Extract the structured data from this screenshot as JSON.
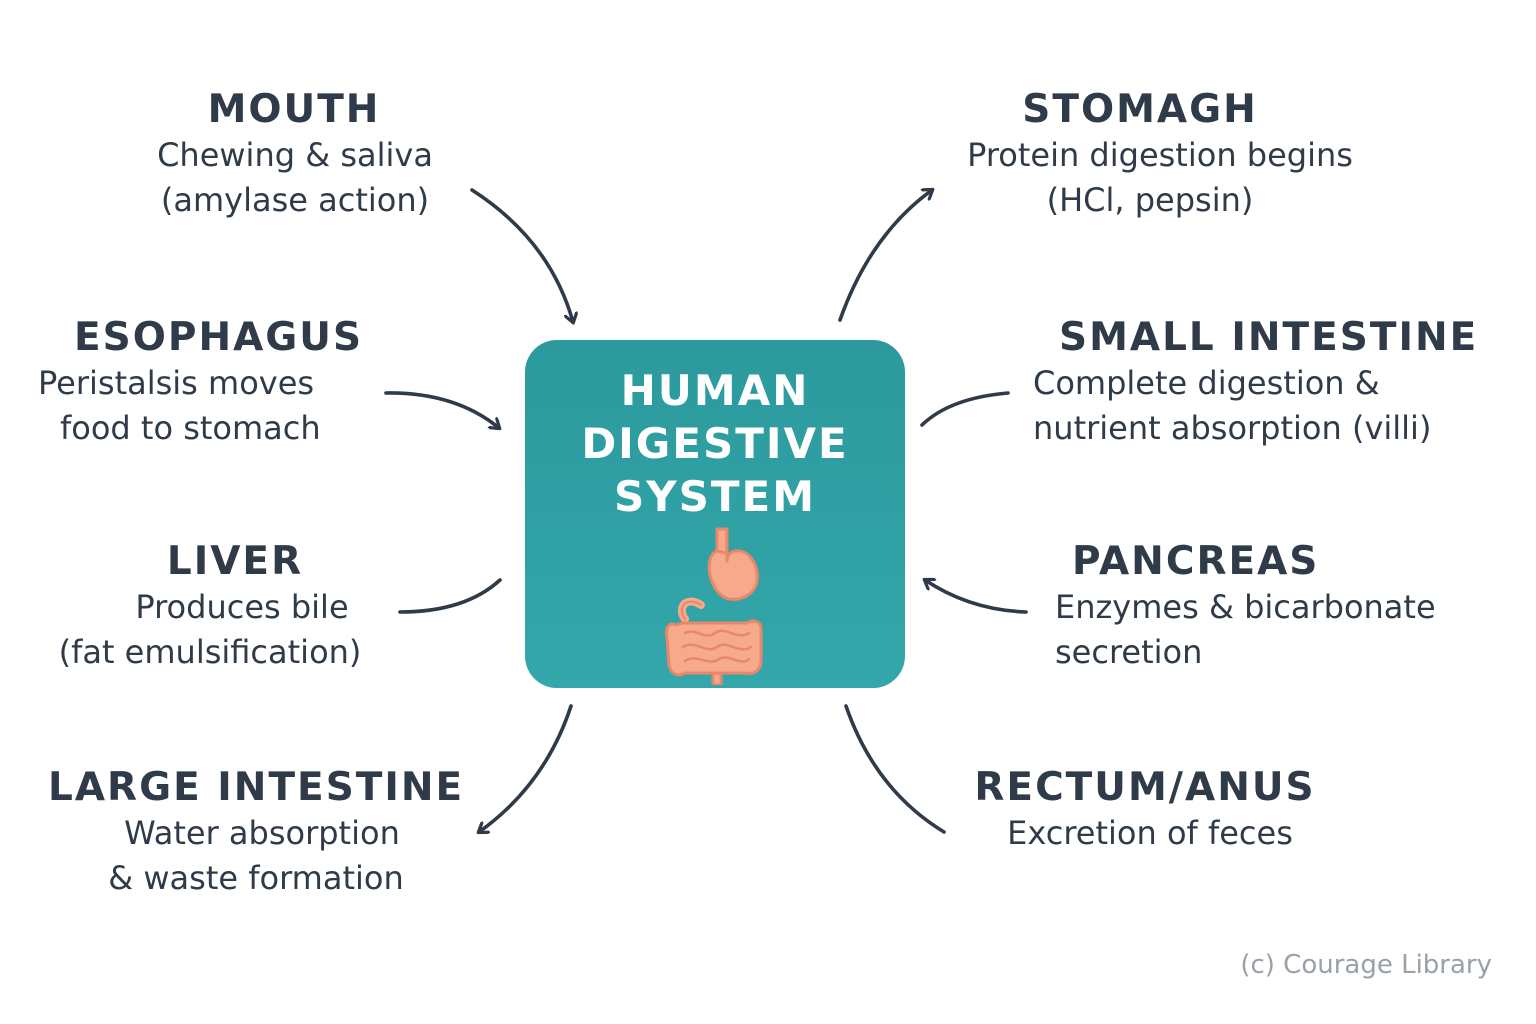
{
  "center": {
    "title_lines": [
      "HUMAN",
      "DIGESTIVE",
      "SYSTEM"
    ],
    "icon": "digestive-organs-icon",
    "color": "#2f9fa3"
  },
  "organs": {
    "mouth": {
      "title": "MOUTH",
      "lines": [
        "Chewing & saliva",
        "(amylase action)"
      ]
    },
    "stomach": {
      "title": "STOMAGH",
      "lines": [
        "Protein digestion begins",
        "(HCl, pepsin)"
      ]
    },
    "esophagus": {
      "title": "ESOPHAGUS",
      "lines": [
        "Peristalsis moves",
        "food to stomach"
      ]
    },
    "small_intestine": {
      "title": "SMALL INTESTINE",
      "lines": [
        "Complete digestion &",
        "nutrient absorption (villi)"
      ]
    },
    "liver": {
      "title": "LIVER",
      "lines": [
        "Produces bile",
        "(fat emulsification)"
      ]
    },
    "pancreas": {
      "title": "PANCREAS",
      "lines": [
        "Enzymes & bicarbonate",
        "secretion"
      ]
    },
    "large_intestine": {
      "title": "LARGE INTESTINE",
      "lines": [
        "Water absorption",
        "& waste formation"
      ]
    },
    "rectum_anus": {
      "title": "RECTUM/ANUS",
      "lines": [
        "Excretion of feces"
      ]
    }
  },
  "copyright": "(c) Courage Library",
  "colors": {
    "text": "#2f3b48",
    "accent": "#2f9fa3",
    "organ": "#f4a084"
  }
}
